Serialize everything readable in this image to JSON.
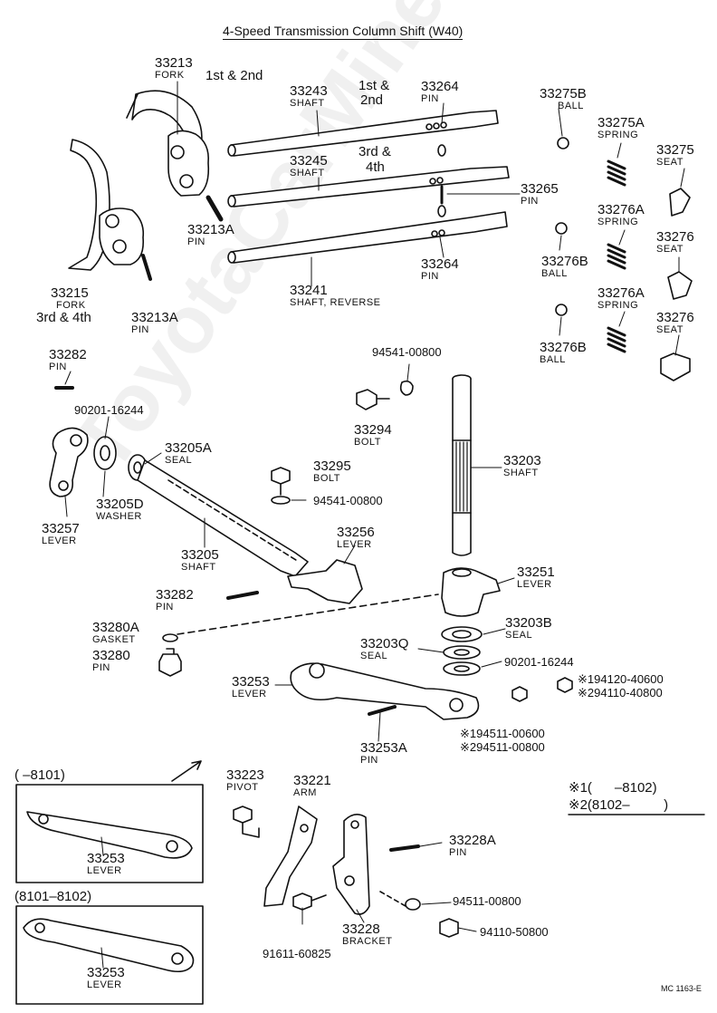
{
  "title": "4-Speed Transmission Column Shift (W40)",
  "watermark": "ToyotaCarMine.ru",
  "footer_code": "MC 1163-E",
  "notes": {
    "legend1_mark": "※1(",
    "legend1_range": "–8102)",
    "legend2_mark": "※2(8102–",
    "legend2_close": ")",
    "box1_range": "(     –8101)",
    "box2_range": "(8101–8102)"
  },
  "annotations": {
    "first_second": "1st & 2nd",
    "first_second_b1": "1st &",
    "first_second_b2": "2nd",
    "third_fourth_1": "3rd &",
    "third_fourth_2": "4th",
    "fork_3rd_4th": "3rd & 4th"
  },
  "parts": {
    "p33213": {
      "num": "33213",
      "name": "FORK"
    },
    "p33215": {
      "num": "33215",
      "name": "FORK"
    },
    "p33213A_1": {
      "num": "33213A",
      "name": "PIN"
    },
    "p33213A_2": {
      "num": "33213A",
      "name": "PIN"
    },
    "p33243": {
      "num": "33243",
      "name": "SHAFT"
    },
    "p33245": {
      "num": "33245",
      "name": "SHAFT"
    },
    "p33241": {
      "num": "33241",
      "name": "SHAFT, REVERSE"
    },
    "p33264_1": {
      "num": "33264",
      "name": "PIN"
    },
    "p33264_2": {
      "num": "33264",
      "name": "PIN"
    },
    "p33265": {
      "num": "33265",
      "name": "PIN"
    },
    "p33275B": {
      "num": "33275B",
      "name": "BALL"
    },
    "p33275A": {
      "num": "33275A",
      "name": "SPRING"
    },
    "p33275": {
      "num": "33275",
      "name": "SEAT"
    },
    "p33276A_1": {
      "num": "33276A",
      "name": "SPRING"
    },
    "p33276_1": {
      "num": "33276",
      "name": "SEAT"
    },
    "p33276B_1": {
      "num": "33276B",
      "name": "BALL"
    },
    "p33276A_2": {
      "num": "33276A",
      "name": "SPRING"
    },
    "p33276_2": {
      "num": "33276",
      "name": "SEAT"
    },
    "p33276B_2": {
      "num": "33276B",
      "name": "BALL"
    },
    "p33282_1": {
      "num": "33282",
      "name": "PIN"
    },
    "p90201a": {
      "num": "90201-16244",
      "name": ""
    },
    "p33205A": {
      "num": "33205A",
      "name": "SEAL"
    },
    "p33205D": {
      "num": "33205D",
      "name": "WASHER"
    },
    "p33257": {
      "num": "33257",
      "name": "LEVER"
    },
    "p33205": {
      "num": "33205",
      "name": "SHAFT"
    },
    "p94541a": {
      "num": "94541-00800",
      "name": ""
    },
    "p33294": {
      "num": "33294",
      "name": "BOLT"
    },
    "p33295": {
      "num": "33295",
      "name": "BOLT"
    },
    "p94541b": {
      "num": "94541-00800",
      "name": ""
    },
    "p33203": {
      "num": "33203",
      "name": "SHAFT"
    },
    "p33256": {
      "num": "33256",
      "name": "LEVER"
    },
    "p33282_2": {
      "num": "33282",
      "name": "PIN"
    },
    "p33251": {
      "num": "33251",
      "name": "LEVER"
    },
    "p33280A": {
      "num": "33280A",
      "name": "GASKET"
    },
    "p33280": {
      "num": "33280",
      "name": "PIN"
    },
    "p33203B": {
      "num": "33203B",
      "name": "SEAL"
    },
    "p33203Q": {
      "num": "33203Q",
      "name": "SEAL"
    },
    "p90201b": {
      "num": "90201-16244",
      "name": ""
    },
    "p33253": {
      "num": "33253",
      "name": "LEVER"
    },
    "p33253A": {
      "num": "33253A",
      "name": "PIN"
    },
    "p194120": {
      "num": "※194120-40600",
      "name": ""
    },
    "p294110": {
      "num": "※294110-40800",
      "name": ""
    },
    "p194511": {
      "num": "※194511-00600",
      "name": ""
    },
    "p294511": {
      "num": "※294511-00800",
      "name": ""
    },
    "p33223": {
      "num": "33223",
      "name": "PIVOT"
    },
    "p33221": {
      "num": "33221",
      "name": "ARM"
    },
    "p33228A": {
      "num": "33228A",
      "name": "PIN"
    },
    "p94511": {
      "num": "94511-00800",
      "name": ""
    },
    "p94110": {
      "num": "94110-50800",
      "name": ""
    },
    "p33228": {
      "num": "33228",
      "name": "BRACKET"
    },
    "p91611": {
      "num": "91611-60825",
      "name": ""
    },
    "p33253_box1": {
      "num": "33253",
      "name": "LEVER"
    },
    "p33253_box2": {
      "num": "33253",
      "name": "LEVER"
    }
  }
}
